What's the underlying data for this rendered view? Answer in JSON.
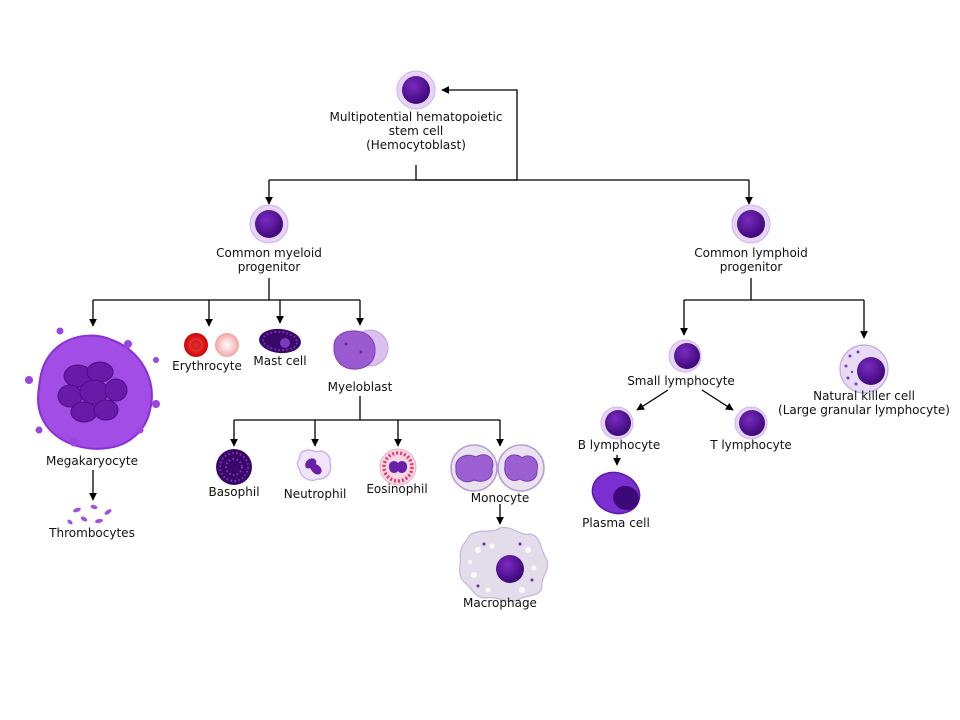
{
  "diagram": {
    "stem": {
      "line1": "Multipotential hematopoietic",
      "line2": "stem cell",
      "line3": "(Hemocytoblast)"
    },
    "myeloid": {
      "line1": "Common myeloid",
      "line2": "progenitor"
    },
    "lymphoid": {
      "line1": "Common lymphoid",
      "line2": "progenitor"
    },
    "megakaryocyte": "Megakaryocyte",
    "thrombocytes": "Thrombocytes",
    "erythrocyte": "Erythrocyte",
    "mast_cell": "Mast cell",
    "myeloblast": "Myeloblast",
    "basophil": "Basophil",
    "neutrophil": "Neutrophil",
    "eosinophil": "Eosinophil",
    "monocyte": "Monocyte",
    "macrophage": "Macrophage",
    "small_lymphocyte": "Small lymphocyte",
    "b_lymphocyte": "B lymphocyte",
    "t_lymphocyte": "T lymphocyte",
    "plasma_cell": "Plasma cell",
    "nk_cell": {
      "line1": "Natural killer cell",
      "line2": "(Large granular lymphocyte)"
    }
  },
  "colors": {
    "nucleus": "#4a0a8a",
    "cytoplasm": "#b98de0",
    "membrane": "#e4d0f5",
    "line": "#000000",
    "erythrocyte": "#e01818",
    "eosinophil_granule": "#e23a6a",
    "pale_cell": "#e3dcea"
  }
}
